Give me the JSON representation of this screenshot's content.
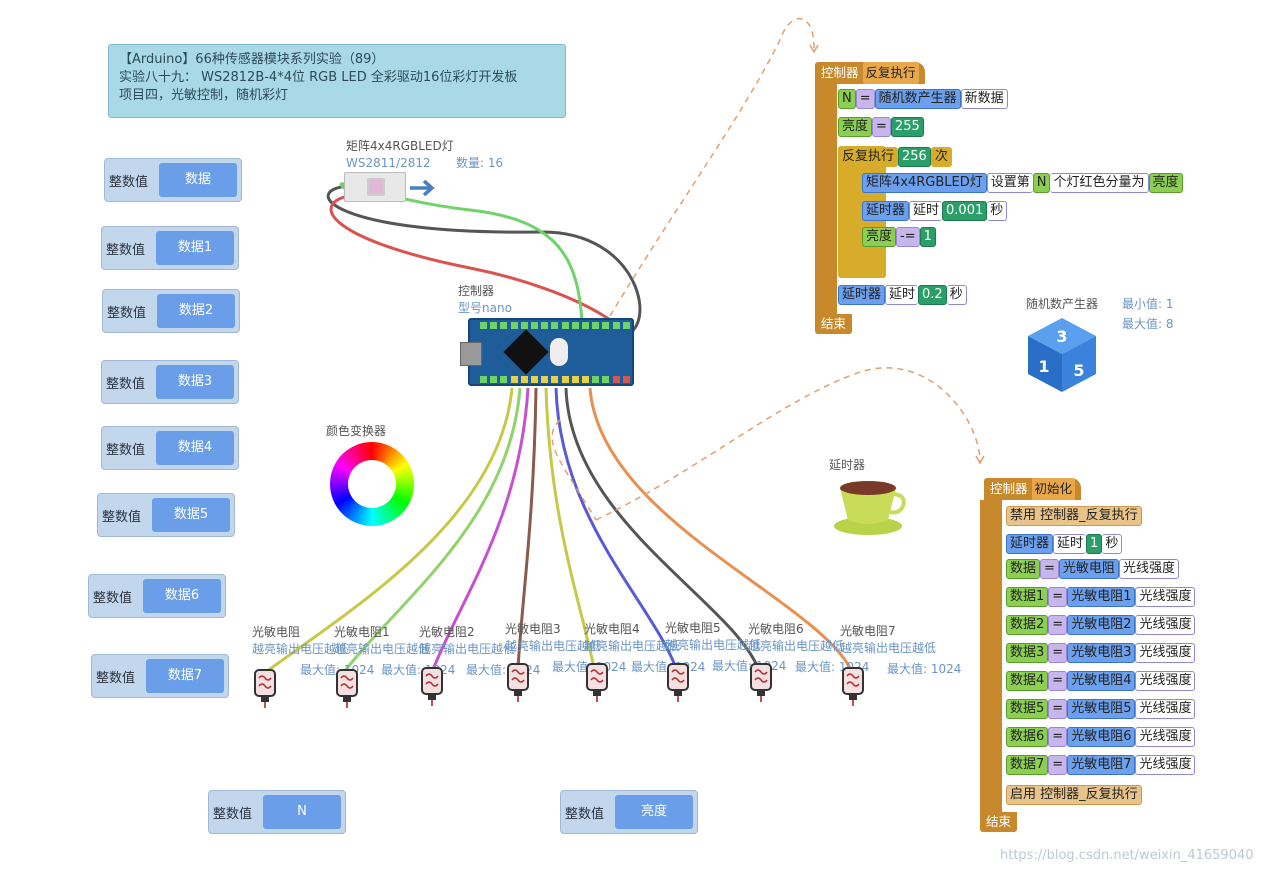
{
  "title": {
    "line1": "【Arduino】66种传感器模块系列实验（89）",
    "line2": "实验八十九：  WS2812B-4*4位 RGB LED 全彩驱动16位彩灯开发板",
    "line3": "项目四，光敏控制，随机彩灯"
  },
  "int_blocks": [
    {
      "type": "整数值",
      "name": "数据"
    },
    {
      "type": "整数值",
      "name": "数据1"
    },
    {
      "type": "整数值",
      "name": "数据2"
    },
    {
      "type": "整数值",
      "name": "数据3"
    },
    {
      "type": "整数值",
      "name": "数据4"
    },
    {
      "type": "整数值",
      "name": "数据5"
    },
    {
      "type": "整数值",
      "name": "数据6"
    },
    {
      "type": "整数值",
      "name": "数据7"
    },
    {
      "type": "整数值",
      "name": "N"
    },
    {
      "type": "整数值",
      "name": "亮度"
    }
  ],
  "led_matrix": {
    "name": "矩阵4x4RGBLED灯",
    "model": "WS2811/2812",
    "count": "数量: 16"
  },
  "controller": {
    "name": "控制器",
    "model": "型号nano"
  },
  "color_converter": {
    "name": "颜色变换器"
  },
  "delayer": {
    "name": "延时器"
  },
  "random_gen": {
    "name": "随机数产生器",
    "min": "最小值: 1",
    "max": "最大值: 8"
  },
  "sensors": [
    {
      "name": "光敏电阻",
      "mode": "越亮输出电压越低",
      "max": "最大值: 1024"
    },
    {
      "name": "光敏电阻1",
      "mode": "越亮输出电压越低",
      "max": "最大值: 1024"
    },
    {
      "name": "光敏电阻2",
      "mode": "越亮输出电压越低",
      "max": "最大值: 1024"
    },
    {
      "name": "光敏电阻3",
      "mode": "越亮输出电压越低",
      "max": "最大值: 1024"
    },
    {
      "name": "光敏电阻4",
      "mode": "越亮输出电压越低",
      "max": "最大值: 1024"
    },
    {
      "name": "光敏电阻5",
      "mode": "越亮输出电压越低",
      "max": "最大值: 1024"
    },
    {
      "name": "光敏电阻6",
      "mode": "越亮输出电压越低",
      "max": "最大值: 1024"
    },
    {
      "name": "光敏电阻7",
      "mode": "越亮输出电压越低",
      "max": "最大值: 1024"
    }
  ],
  "loop_program": {
    "hat_ctrl": "控制器",
    "hat_kw": "反复执行",
    "r1": {
      "var": "N",
      "eq": "=",
      "obj": "随机数产生器",
      "method": "新数据"
    },
    "r2": {
      "var": "亮度",
      "eq": "=",
      "val": "255"
    },
    "loop": {
      "kw": "反复执行",
      "count": "256",
      "unit": "次"
    },
    "r3": {
      "obj": "矩阵4x4RGBLED灯",
      "t1": "设置第",
      "idx": "N",
      "t2": "个灯红色分量为",
      "val": "亮度"
    },
    "r4": {
      "obj": "延时器",
      "t1": "延时",
      "val": "0.001",
      "unit": "秒"
    },
    "r5": {
      "var": "亮度",
      "op": "-=",
      "val": "1"
    },
    "r6": {
      "obj": "延时器",
      "t1": "延时",
      "val": "0.2",
      "unit": "秒"
    },
    "end": "结束"
  },
  "init_program": {
    "hat_ctrl": "控制器",
    "hat_kw": "初始化",
    "disable": "禁用 控制器_反复执行",
    "delay": {
      "obj": "延时器",
      "t1": "延时",
      "val": "1",
      "unit": "秒"
    },
    "assigns": [
      {
        "var": "数据",
        "eq": "=",
        "obj": "光敏电阻",
        "prop": "光线强度"
      },
      {
        "var": "数据1",
        "eq": "=",
        "obj": "光敏电阻1",
        "prop": "光线强度"
      },
      {
        "var": "数据2",
        "eq": "=",
        "obj": "光敏电阻2",
        "prop": "光线强度"
      },
      {
        "var": "数据3",
        "eq": "=",
        "obj": "光敏电阻3",
        "prop": "光线强度"
      },
      {
        "var": "数据4",
        "eq": "=",
        "obj": "光敏电阻4",
        "prop": "光线强度"
      },
      {
        "var": "数据5",
        "eq": "=",
        "obj": "光敏电阻5",
        "prop": "光线强度"
      },
      {
        "var": "数据6",
        "eq": "=",
        "obj": "光敏电阻6",
        "prop": "光线强度"
      },
      {
        "var": "数据7",
        "eq": "=",
        "obj": "光敏电阻7",
        "prop": "光线强度"
      }
    ],
    "enable": "启用 控制器_反复执行",
    "end": "结束"
  },
  "watermark": "https://blog.csdn.net/weixin_41659040"
}
